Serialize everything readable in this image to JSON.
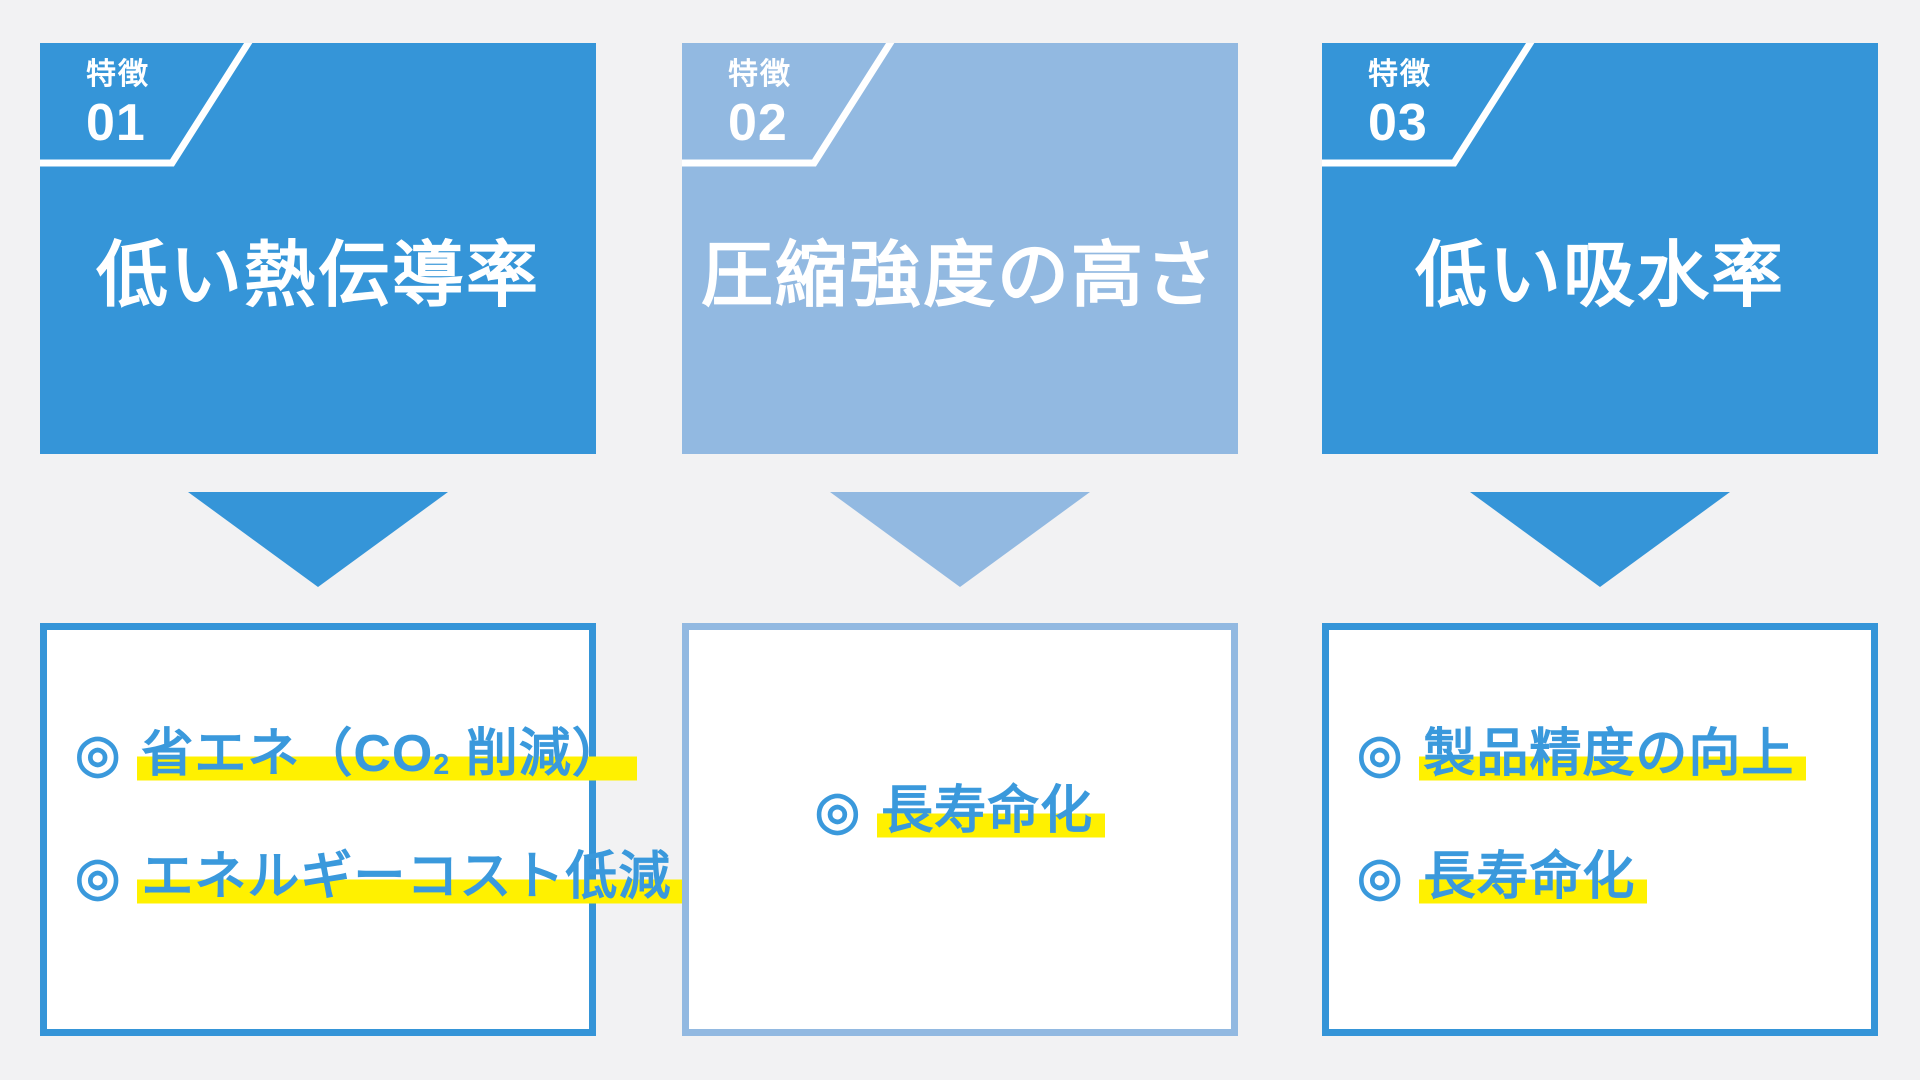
{
  "colors": {
    "background": "#F2F2F3",
    "header_blue": "#3595D8",
    "header_light_blue": "#92B9E1",
    "text_blue": "#3A99DC",
    "highlight_yellow": "#FFF100",
    "white": "#FFFFFF"
  },
  "columns": [
    {
      "badge_label": "特徴",
      "badge_number": "01",
      "title": "低い熱伝導率",
      "points": [
        {
          "marker": "◎",
          "text_pre": "省エネ（CO",
          "sub": "2",
          "text_post": " 削減）"
        },
        {
          "marker": "◎",
          "text_pre": "エネルギーコスト低減"
        }
      ]
    },
    {
      "badge_label": "特徴",
      "badge_number": "02",
      "title": "圧縮強度の高さ",
      "points": [
        {
          "marker": "◎",
          "text_pre": "長寿命化"
        }
      ]
    },
    {
      "badge_label": "特徴",
      "badge_number": "03",
      "title": "低い吸水率",
      "points": [
        {
          "marker": "◎",
          "text_pre": "製品精度の向上"
        },
        {
          "marker": "◎",
          "text_pre": "長寿命化"
        }
      ]
    }
  ]
}
